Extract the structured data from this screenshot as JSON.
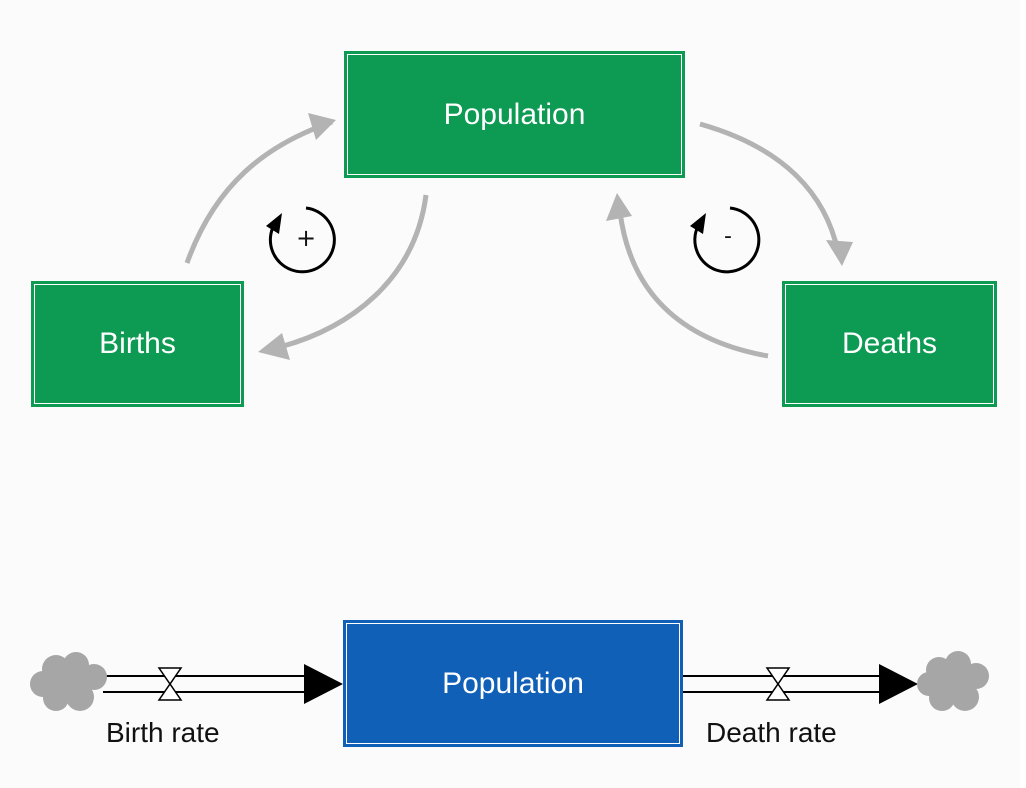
{
  "colors": {
    "stock_green": "#0d9a53",
    "stock_blue": "#1060b8",
    "arrow_gray": "#b3b3b3",
    "cloud_gray": "#a6a6a6",
    "loop_black": "#000000"
  },
  "causal_loop": {
    "population_label": "Population",
    "births_label": "Births",
    "deaths_label": "Deaths",
    "reinforcing_sign": "+",
    "balancing_sign": "-"
  },
  "stock_flow": {
    "stock_label": "Population",
    "inflow_label": "Birth rate",
    "outflow_label": "Death rate",
    "source_icon": "cloud-icon",
    "sink_icon": "cloud-icon",
    "valve_icon": "hourglass-valve-icon"
  }
}
